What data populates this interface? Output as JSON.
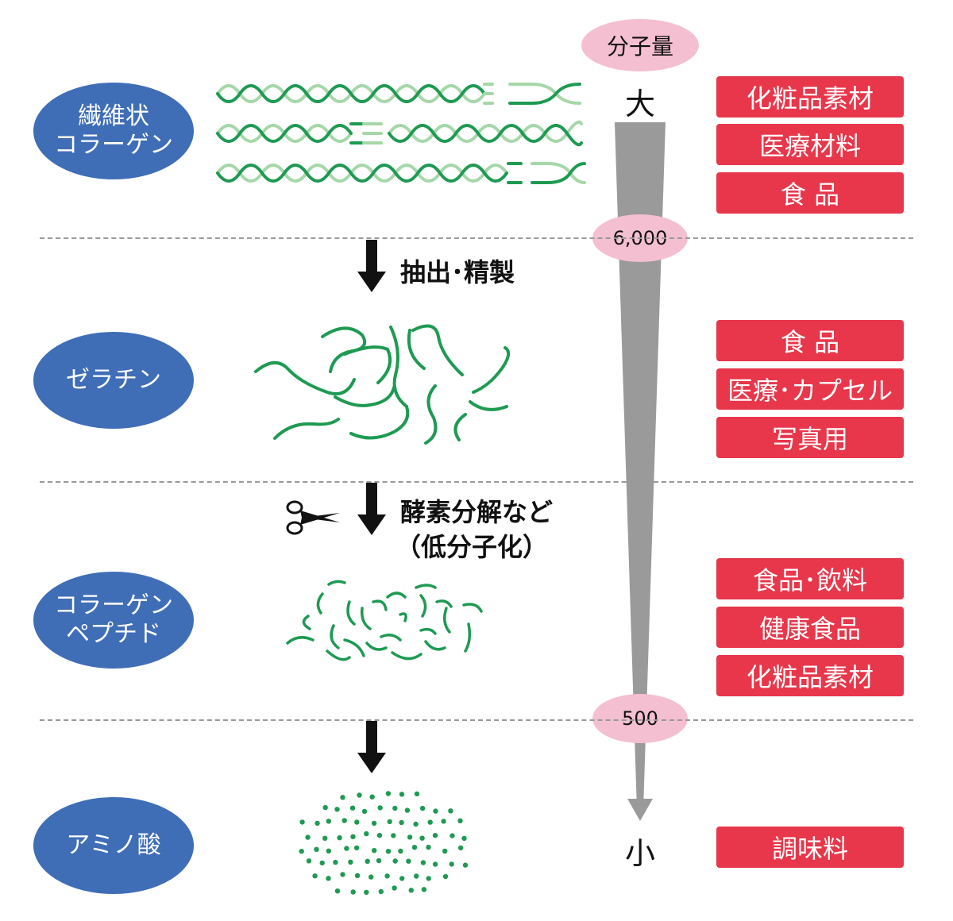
{
  "axis": {
    "title": "分子量",
    "large": "大",
    "small": "小",
    "marker_high": "6,000",
    "marker_low": "500"
  },
  "stages": [
    {
      "name_lines": [
        "繊維状",
        "コラーゲン"
      ],
      "uses": [
        "化粧品素材",
        "医療材料",
        "食 品"
      ]
    },
    {
      "name_lines": [
        "ゼラチン"
      ],
      "uses": [
        "食 品",
        "医療･カプセル",
        "写真用"
      ]
    },
    {
      "name_lines": [
        "コラーゲン",
        "ペプチド"
      ],
      "uses": [
        "食品･飲料",
        "健康食品",
        "化粧品素材"
      ]
    },
    {
      "name_lines": [
        "アミノ酸"
      ],
      "uses": [
        "調味料"
      ]
    }
  ],
  "processes": {
    "extract": "抽出･精製",
    "enzyme_line1": "酵素分解など",
    "enzyme_line2": "（低分子化）"
  },
  "icons": {
    "scissors": "scissors-icon",
    "down_arrow": "arrow-down-icon"
  },
  "colors": {
    "ellipse": "#3f6eb7",
    "tag": "#e8364a",
    "pink": "#f4bfd1",
    "strand_dark": "#1e9a52",
    "strand_light": "#a6d7a9",
    "gauge": "#9a9a9a"
  }
}
